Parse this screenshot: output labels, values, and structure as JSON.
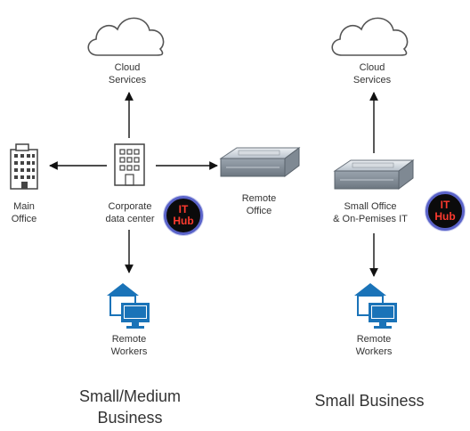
{
  "nodes": {
    "cloud_left_label": "Cloud\nServices",
    "main_office_label": "Main\nOffice",
    "corporate_dc_label": "Corporate\ndata center",
    "remote_office_label": "Remote\nOffice",
    "remote_workers_left_label": "Remote\nWorkers",
    "cloud_right_label": "Cloud\nServices",
    "small_office_label": "Small Office\n& On-Pemises IT",
    "remote_workers_right_label": "Remote\nWorkers"
  },
  "badges": [
    {
      "line1": "IT",
      "line2": "Hub"
    },
    {
      "line1": "IT",
      "line2": "Hub"
    }
  ],
  "captions": {
    "left": "Small/Medium\nBusiness",
    "right": "Small Business"
  },
  "colors": {
    "accent_blue": "#1a73b8",
    "badge_text": "#ff3b2f",
    "badge_ring": "#5a63c9"
  }
}
